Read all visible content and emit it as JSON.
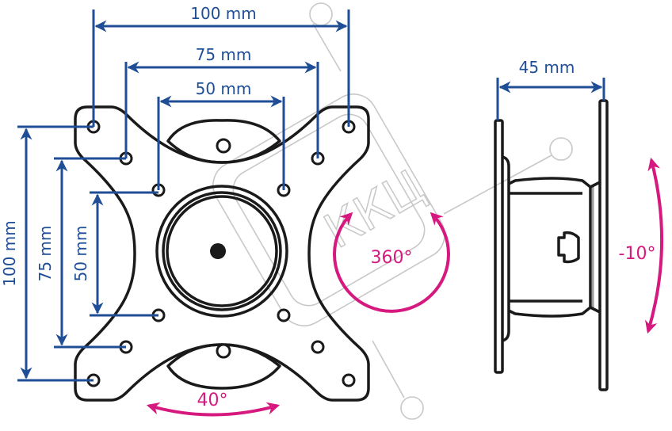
{
  "colors": {
    "dimension": "#1f4e96",
    "rotation": "#d6197f",
    "outline": "#1a1a1a",
    "watermark": "#c8c8c8"
  },
  "front_view": {
    "horizontal_dims": [
      "100 mm",
      "75 mm",
      "50 mm"
    ],
    "vertical_dims": [
      "100 mm",
      "75 mm",
      "50 mm"
    ],
    "rotation_label": "360°",
    "swivel_label": "40°"
  },
  "side_view": {
    "depth_label": "45 mm",
    "tilt_label": "-10°"
  },
  "watermark": {
    "text": "ККЦ"
  }
}
